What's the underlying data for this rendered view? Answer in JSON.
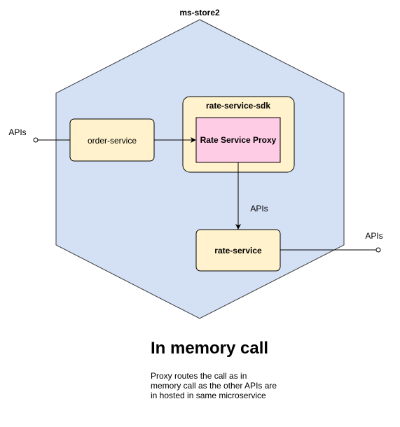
{
  "diagram": {
    "container_label": "ms-store2",
    "sdk_label": "rate-service-sdk",
    "proxy_label": "Rate Service Proxy",
    "order_service_label": "order-service",
    "rate_service_label": "rate-service",
    "apis_left_label": "APIs",
    "apis_middle_label": "APIs",
    "apis_right_label": "APIs"
  },
  "caption": {
    "title": "In memory call",
    "lines": [
      "Proxy routes the call as in",
      "memory call as the other APIs are",
      "in hosted in same microservice"
    ]
  },
  "colors": {
    "hexagon_fill": "#d4e1f5",
    "service_fill": "#fff2cc",
    "proxy_fill": "#ffcce6",
    "stroke": "#000000"
  }
}
